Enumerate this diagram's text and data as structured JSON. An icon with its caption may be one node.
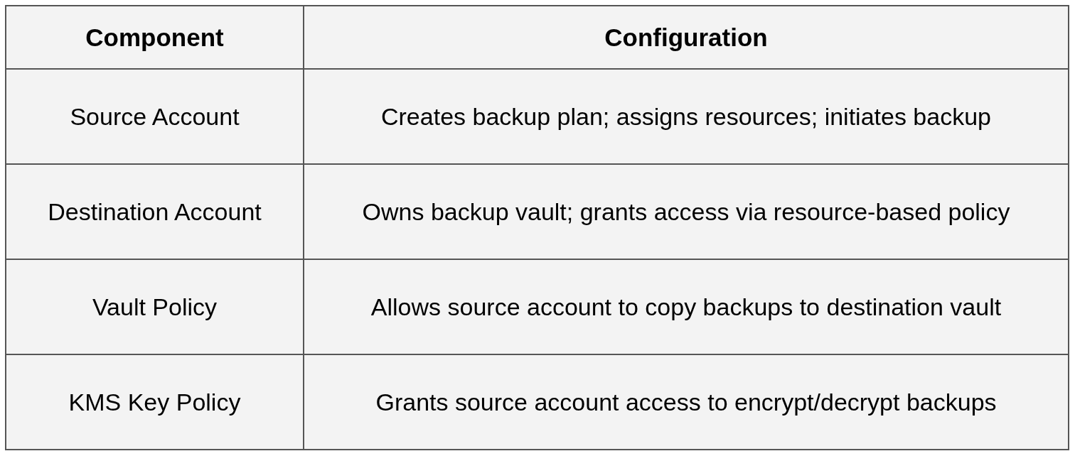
{
  "diagram": {
    "labels": [
      "Component",
      "Configuration",
      "Source Account",
      "Creates backup plan; assigns resources; initiates backup",
      "Destination Account",
      "Owns backup vault; grants access via resource-based policy",
      "Vault Policy",
      "Allows source account to copy backups to destination vault",
      "KMS Key Policy",
      "Grants source account access to encrypt/decrypt backups"
    ]
  }
}
